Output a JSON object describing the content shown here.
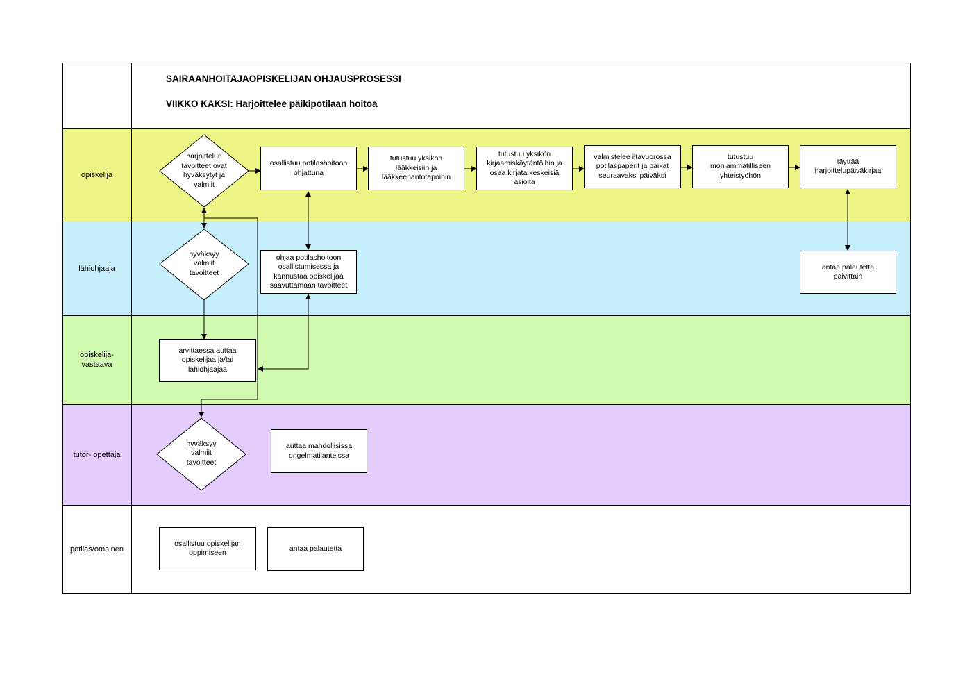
{
  "header": {
    "title": "SAIRAANHOITAJAOPISKELIJAN OHJAUSPROSESSI",
    "subtitle": "VIIKKO KAKSI: Harjoittelee päikipotilaan hoitoa"
  },
  "lanes": [
    {
      "label": "opiskelija",
      "color": "#edf587"
    },
    {
      "label": "lähiohjaaja",
      "color": "#c6eefb"
    },
    {
      "label": "opiskelija-\nvastaava",
      "color": "#d0fab0"
    },
    {
      "label": "tutor- opettaja",
      "color": "#e4cdfc"
    },
    {
      "label": "potilas/omainen",
      "color": "#ffffff"
    }
  ],
  "nodes": {
    "d_student_goals": "harjoittelun\ntavoitteet ovat\nhyväksytyt ja\nvalmiit",
    "b_participates_care": "osallistuu potilashoitoon\nohjattuna",
    "b_medicines": "tutustuu yksikön\nlääkkeisiin ja\nlääkkeenantotapoihin",
    "b_documentation": "tutustuu yksikön\nkirjaamiskäytäntöihin ja\nosaa kirjata keskeisiä\nasioita",
    "b_evening_shift": "valmistelee iltavuorossa\npotilaspaperit ja paikat\nseuraavaksi päiväksi",
    "b_multiprofessional": "tutustuu\nmoniammatilliseen\nyhteistyöhön",
    "b_diary": "täyttää\nharjoittelupäiväkirjaa",
    "d_supervisor_approves": "hyväksyy\nvalmiit\ntavoitteet",
    "b_guides_care": "ohjaa potilashoitoon\nosallistumisessa ja\nkannustaa opiskelijaa\nsaavuttamaan tavoitteet",
    "b_daily_feedback": "antaa palautetta\npäivittäin",
    "b_helps_assessment": "arvittaessa auttaa\nopiskelijaa ja/tai\nlähiohjaajaa",
    "d_tutor_approves": "hyväksyy\nvalmiit\ntavoitteet",
    "b_problem_help": "auttaa mahdollisissa\nongelmatilanteissa",
    "b_patient_participates": "osallistuu opiskelijan\noppimiseen",
    "b_patient_feedback": "antaa palautetta"
  }
}
